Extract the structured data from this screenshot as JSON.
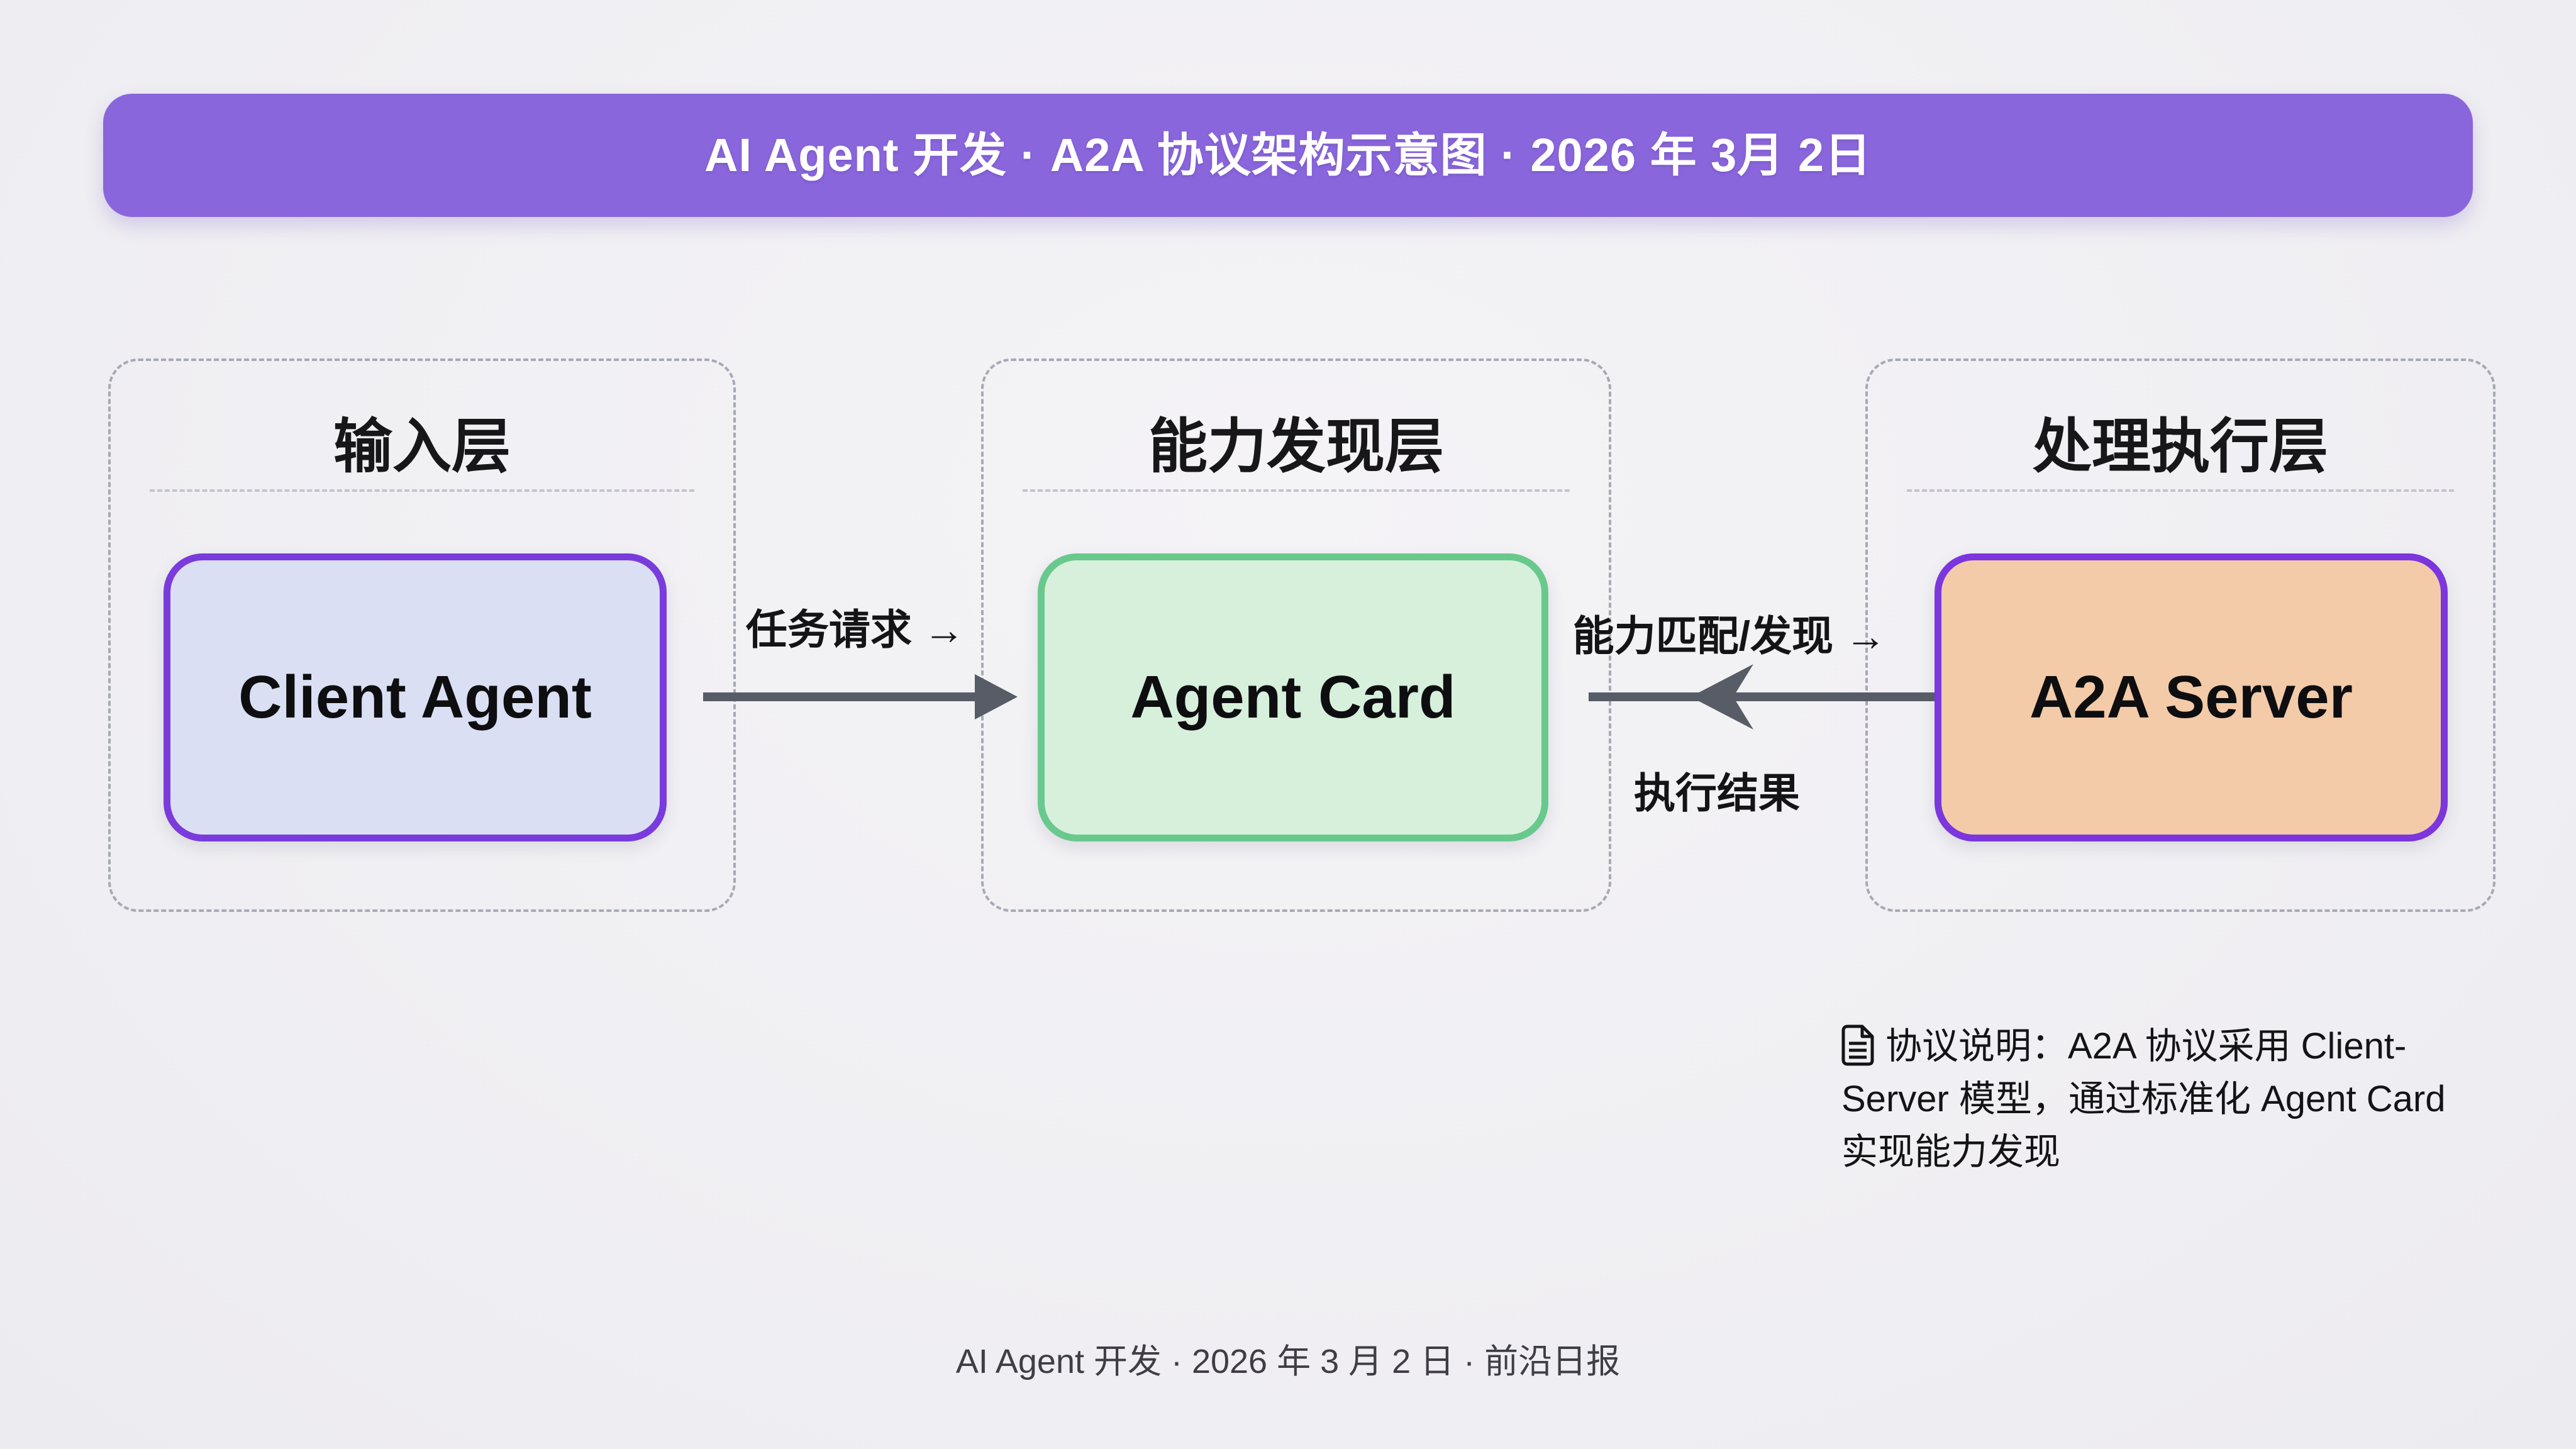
{
  "banner": {
    "title": "AI Agent 开发 · A2A 协议架构示意图 · 2026 年 3月 2日",
    "bg": "#8A66DC",
    "text_color": "#FFFFFF"
  },
  "layers": [
    {
      "title": "输入层",
      "node": {
        "label": "Client Agent",
        "fill": "#DBDFF4",
        "border": "#7A3BDC"
      }
    },
    {
      "title": "能力发现层",
      "node": {
        "label": "Agent Card",
        "fill": "#D7F0DC",
        "border": "#69C98D"
      }
    },
    {
      "title": "处理执行层",
      "node": {
        "label": "A2A Server",
        "fill": "#F3CBA9",
        "border": "#7B36DD"
      }
    }
  ],
  "connections": [
    {
      "label_top": "任务请求 →",
      "direction": "right"
    },
    {
      "label_top": "能力匹配/发现 →",
      "label_bottom": "执行结果",
      "direction": "left"
    }
  ],
  "note": {
    "icon": "document-icon",
    "lines": [
      "协议说明：A2A 协议采用 Client-",
      "Server 模型，通过标准化 Agent Card",
      "实现能力发现"
    ]
  },
  "footer": {
    "text": "AI Agent 开发 · 2026 年 3 月 2 日 · 前沿日报"
  },
  "colors": {
    "background": "#F0EFF2",
    "arrow": "#575C66",
    "container_dash": "#A7AAB4",
    "divider_dash": "#C2C5D0",
    "heading_text": "#17171A",
    "note_text": "#141417",
    "footer_text": "#3E3E44"
  }
}
